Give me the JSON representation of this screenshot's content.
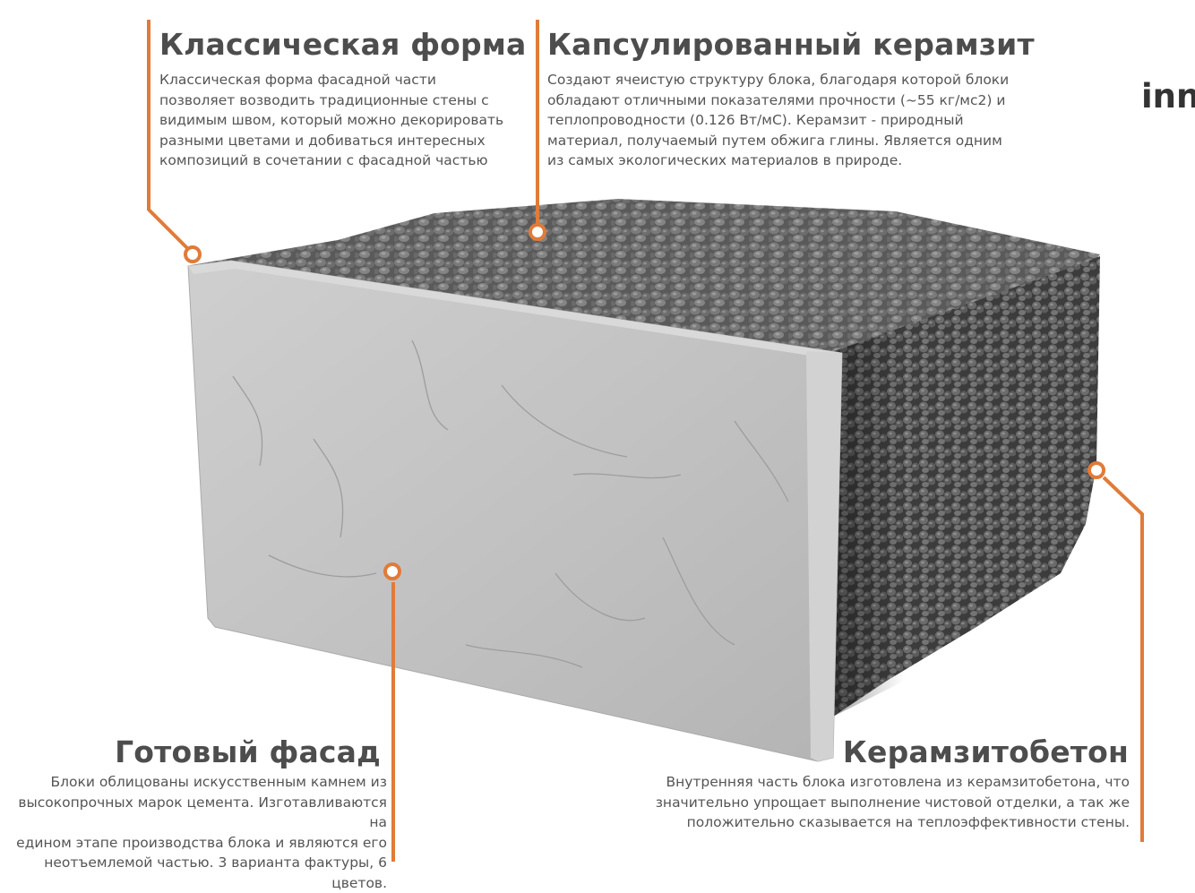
{
  "accent_color": "#e07b39",
  "brand_fragment": "inn",
  "callouts": {
    "classic_form": {
      "title": "Классическая форма",
      "lines": [
        "Классическая форма фасадной части",
        "позволяет возводить традиционные стены с",
        "видимым швом, который можно декорировать",
        "разными цветами и добиваться интересных",
        "композиций в сочетании с фасадной частью"
      ]
    },
    "encapsulated_clay": {
      "title": "Капсулированный керамзит",
      "lines": [
        "Создают ячеистую структуру блока, благодаря которой блоки",
        "обладают отличными показателями прочности (~55 кг/мс2) и",
        "теплопроводности (0.126 Вт/мС). Керамзит - природный",
        "материал, получаемый путем обжига глины. Является одним",
        "из самых экологических материалов в природе."
      ]
    },
    "ready_facade": {
      "title": "Готовый фасад",
      "lines": [
        "Блоки облицованы искусственным камнем из",
        "высокопрочных марок цемента. Изготавливаются на",
        "едином этапе производства блока и являются его",
        "неотъемлемой частью. 3 варианта фактуры, 6 цветов."
      ]
    },
    "claydite_concrete": {
      "title": "Керамзитобетон",
      "lines": [
        "Внутренняя часть блока изготовлена из керамзитобетона, что",
        "значительно упрощает выполнение чистовой отделки, а так же",
        "положительно сказывается на теплоэффективности стены."
      ]
    }
  }
}
